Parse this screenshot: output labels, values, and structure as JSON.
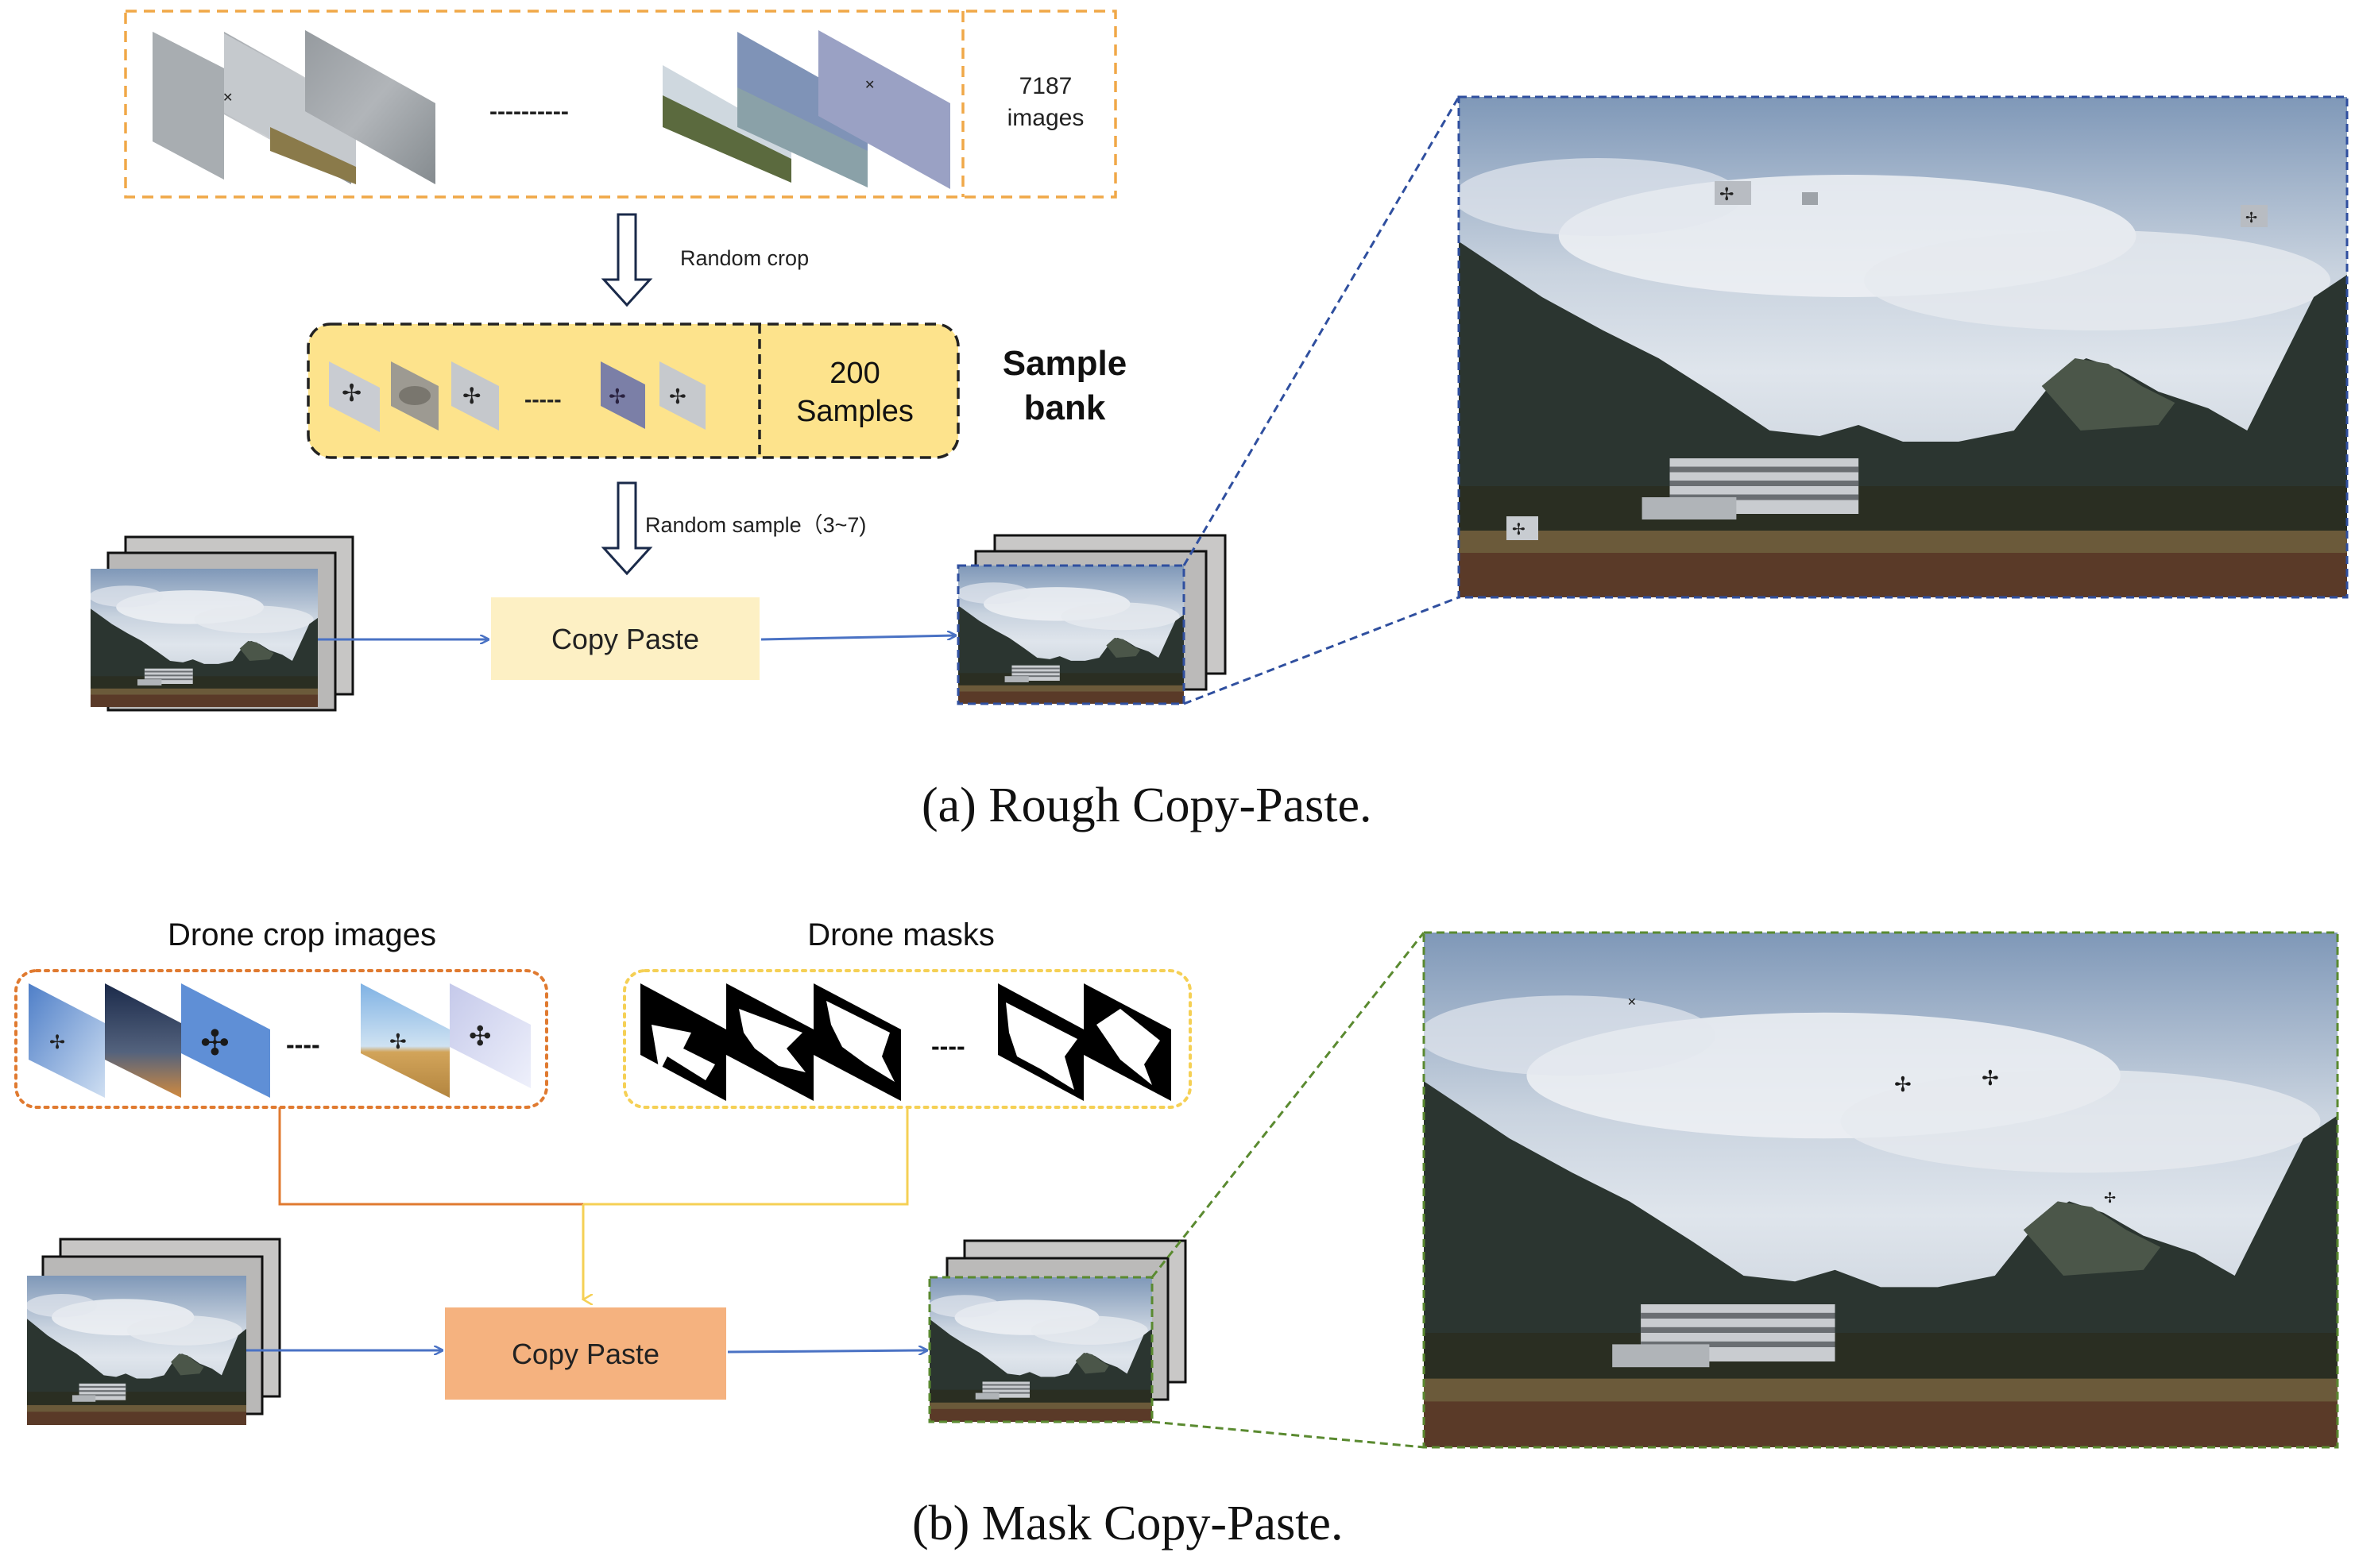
{
  "panel_a": {
    "dataset_count_line1": "7187",
    "dataset_count_line2": "images",
    "ellipsis": "----------",
    "step1_label": "Random crop",
    "bank_count_line1": "200",
    "bank_count_line2": "Samples",
    "bank_ellipsis": "-----",
    "bank_title_line1": "Sample",
    "bank_title_line2": "bank",
    "step2_label": "Random sample（3~7)",
    "process_label": "Copy Paste",
    "caption": "(a)  Rough Copy-Paste."
  },
  "panel_b": {
    "crop_group_title": "Drone crop images",
    "mask_group_title": "Drone masks",
    "crop_ellipsis": "----",
    "mask_ellipsis": "----",
    "process_label": "Copy Paste",
    "caption": "(b)  Mask Copy-Paste."
  },
  "colors": {
    "orange_dashed": "#f0a848",
    "dark_orange_dotted": "#e07a30",
    "yellow_dotted": "#f5d055",
    "bank_fill": "#fde38c",
    "process_fill_a": "#fdf0c4",
    "process_fill_b": "#f5b27f",
    "blue_arrow": "#4a72c4",
    "blue_dashed": "#2f4f9f",
    "green_dashed": "#5a8a30"
  }
}
